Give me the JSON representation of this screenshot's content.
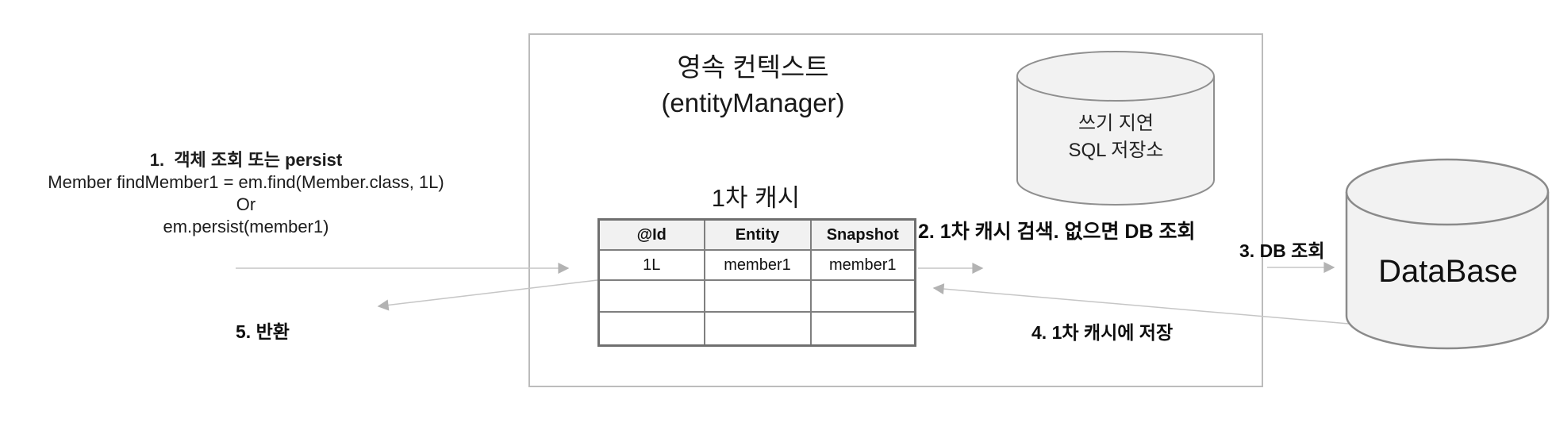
{
  "left_note": {
    "title": "1.  객체 조회 또는 persist",
    "code_line": "Member findMember1 = em.find(Member.class, 1L)",
    "or": "Or",
    "persist_line": "em.persist(member1)"
  },
  "persistence_context": {
    "title": "영속 컨텍스트",
    "subtitle": "(entityManager)"
  },
  "cache": {
    "label": "1차 캐시",
    "table": {
      "headers": [
        "@Id",
        "Entity",
        "Snapshot"
      ],
      "rows": [
        [
          "1L",
          "member1",
          "member1"
        ],
        [
          "",
          "",
          ""
        ],
        [
          "",
          "",
          ""
        ]
      ]
    }
  },
  "write_behind_store": {
    "line1": "쓰기 지연",
    "line2": "SQL 저장소"
  },
  "database": {
    "label": "DataBase"
  },
  "steps": {
    "step2": "2. 1차 캐시 검색. 없으면 DB 조회",
    "step3": "3. DB 조회",
    "step4": "4. 1차 캐시에 저장",
    "step5": "5. 반환"
  },
  "colors": {
    "box_border": "#bcbcbc",
    "table_border": "#757575",
    "table_header_bg": "#f1f1f1",
    "cylinder_fill": "#f2f2f2",
    "cylinder_border": "#8f8f8f",
    "arrow_line": "#c6c6c6",
    "arrow_head": "#b3b3b3",
    "text": "#111111"
  }
}
